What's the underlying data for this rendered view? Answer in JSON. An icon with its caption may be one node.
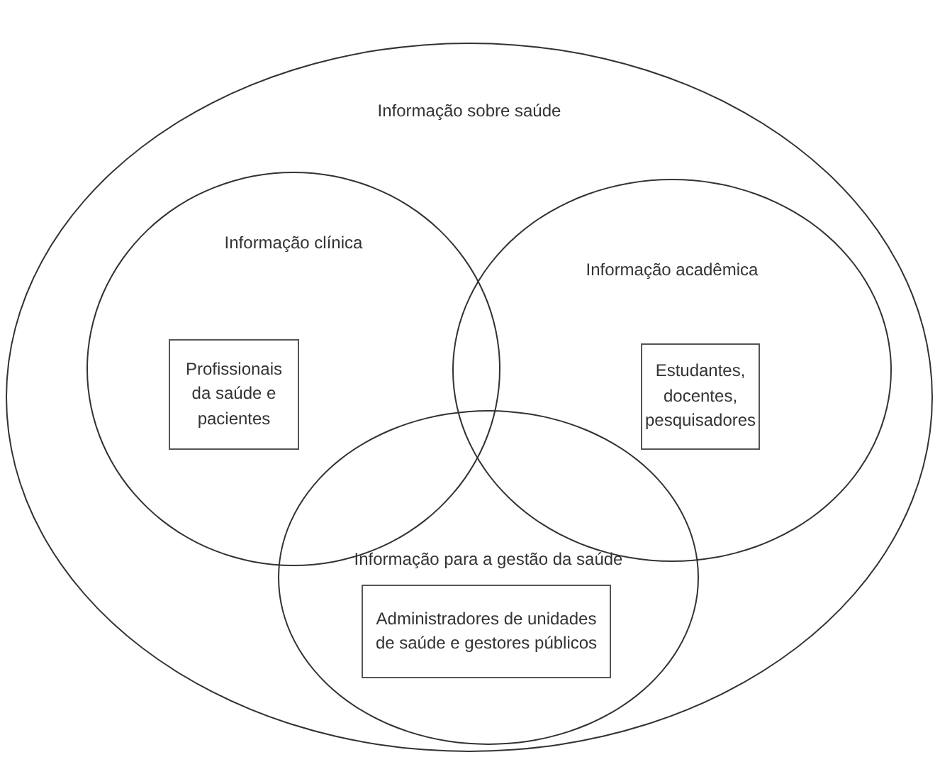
{
  "diagram": {
    "nodes": [
      {
        "text": [
          "Informação sobre saúde"
        ]
      },
      {
        "text": [
          "Informação clínica"
        ],
        "in": 0
      },
      {
        "text": [
          "Profissionais da saúde e pacientes"
        ],
        "in": 1
      },
      {
        "text": [
          "Informação acadêmica"
        ],
        "in": 0
      },
      {
        "text": [
          "Estudantes, docentes, pesquisadores"
        ],
        "in": 3
      },
      {
        "text": [
          "Informação para a gestão da saúde"
        ],
        "in": 0
      },
      {
        "text": [
          "Administradores de unidades de saúde e gestores públicos"
        ],
        "in": 5
      }
    ]
  }
}
